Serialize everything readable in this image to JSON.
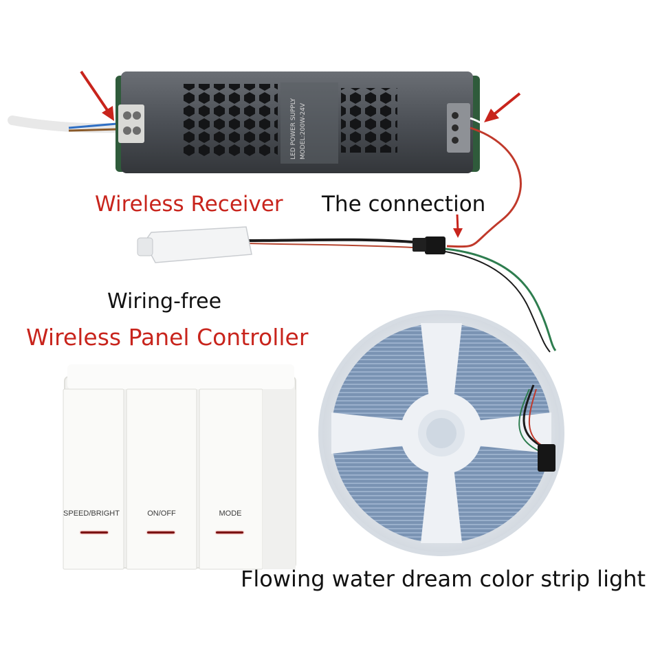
{
  "labels": {
    "wireless_receiver": "Wireless Receiver",
    "the_connection": "The connection",
    "wiring_free": "Wiring-free",
    "wireless_panel_controller": "Wireless Panel Controller",
    "strip_light": "Flowing water dream color strip light"
  },
  "power_supply": {
    "text_lines": [
      "LED POWER SUPPLY",
      "MODEL:200W-24V"
    ]
  },
  "panel_controller": {
    "buttons": [
      {
        "label": "SPEED/BRIGHT"
      },
      {
        "label": "ON/OFF"
      },
      {
        "label": "MODE"
      }
    ]
  },
  "colors": {
    "accent_red": "#c8241c",
    "psu_body": "#4a4d52",
    "wire_red": "#c0392b",
    "wire_green": "#2e7d4f",
    "reel": "#e9eef4",
    "strip_blue": "#6e88a8"
  }
}
